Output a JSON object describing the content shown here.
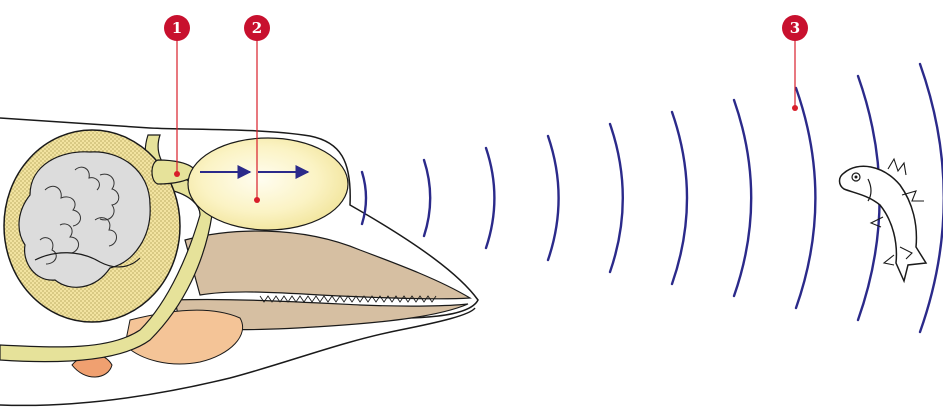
{
  "markers": [
    {
      "label": "1",
      "target": "phonic-lips"
    },
    {
      "label": "2",
      "target": "melon"
    },
    {
      "label": "3",
      "target": "sound-wave"
    }
  ],
  "colors": {
    "marker_fill": "#c8102e",
    "leader_line": "#d81e2a",
    "sound_wave": "#2b2a8a",
    "arrow": "#2b2a8a",
    "outline": "#1a1a1a",
    "brain_case": "#f2e3a0",
    "brain_case_border": "#b7b04a",
    "brain": "#d9d9d9",
    "jaw_bone": "#d6bfa2",
    "nasal_passage": "#e0e0a0",
    "melon_center": "#fffbe0",
    "melon_edge": "#f3e9a6",
    "throat": "#f4c497",
    "tongue": "#f0a070"
  },
  "icons": {
    "prey": "fish-icon"
  },
  "sound_wave_count": 10
}
